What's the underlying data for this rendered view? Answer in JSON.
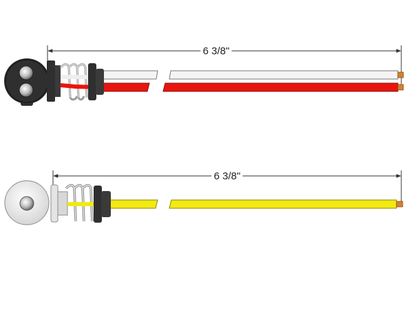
{
  "plugs": [
    {
      "id": "two-wire",
      "dimension": "6 3/8\"",
      "wires": [
        {
          "color": "#f4f4f4"
        },
        {
          "color": "#e8150f"
        }
      ]
    },
    {
      "id": "single-wire",
      "dimension": "6 3/8\"",
      "wires": [
        {
          "color": "#f2ea12"
        }
      ]
    }
  ],
  "colors": {
    "body_dark": "#2f2f2f",
    "body_light": "#e2e2e2",
    "copper": "#d6802f",
    "dimension_line": "#333333"
  }
}
